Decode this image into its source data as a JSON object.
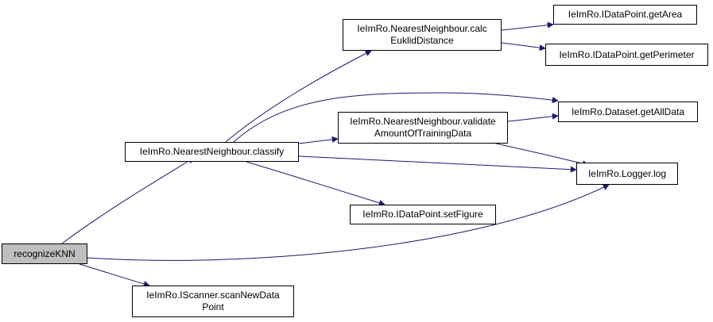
{
  "diagram": {
    "colors": {
      "edge": "#191970",
      "node_border": "#000000",
      "node_fill": "#ffffff",
      "root_fill": "#bfbfbf"
    },
    "nodes": {
      "recognize_knn": {
        "label": "recognizeKNN"
      },
      "classify": {
        "label": "IeImRo.NearestNeighbour.classify"
      },
      "scan_new_data_point": {
        "line1": "IeImRo.IScanner.scanNewData",
        "line2": "Point"
      },
      "calc_euklid_distance": {
        "line1": "IeImRo.NearestNeighbour.calc",
        "line2": "EuklidDistance"
      },
      "validate_training_data": {
        "line1": "IeImRo.NearestNeighbour.validate",
        "line2": "AmountOfTrainingData"
      },
      "set_figure": {
        "label": "IeImRo.IDataPoint.setFigure"
      },
      "get_area": {
        "label": "IeImRo.IDataPoint.getArea"
      },
      "get_perimeter": {
        "label": "IeImRo.IDataPoint.getPerimeter"
      },
      "get_all_data": {
        "label": "IeImRo.Dataset.getAllData"
      },
      "logger_log": {
        "label": "IeImRo.Logger.log"
      }
    }
  }
}
